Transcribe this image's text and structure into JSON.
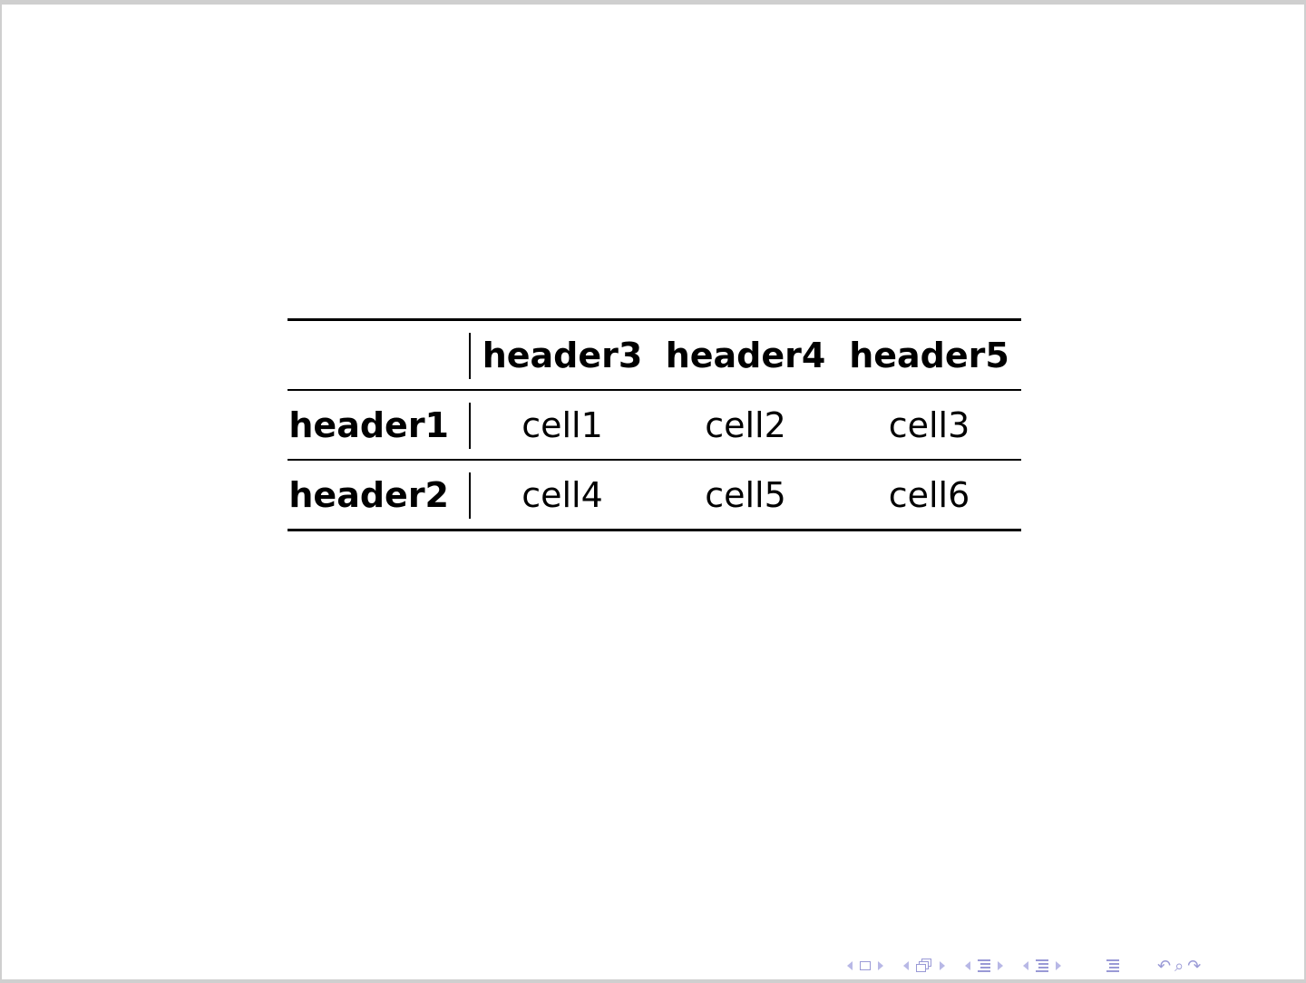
{
  "table": {
    "column_headers": [
      "",
      "header3",
      "header4",
      "header5"
    ],
    "rows": [
      {
        "header": "header1",
        "cells": [
          "cell1",
          "cell2",
          "cell3"
        ]
      },
      {
        "header": "header2",
        "cells": [
          "cell4",
          "cell5",
          "cell6"
        ]
      }
    ]
  },
  "navigation": {
    "icons": [
      "frame-navigation-icon",
      "subsection-navigation-icon",
      "section-navigation-icon",
      "presentation-navigation-icon",
      "outline-icon",
      "back-icon",
      "search-icon",
      "forward-icon"
    ],
    "color": "#9a9ad6"
  }
}
